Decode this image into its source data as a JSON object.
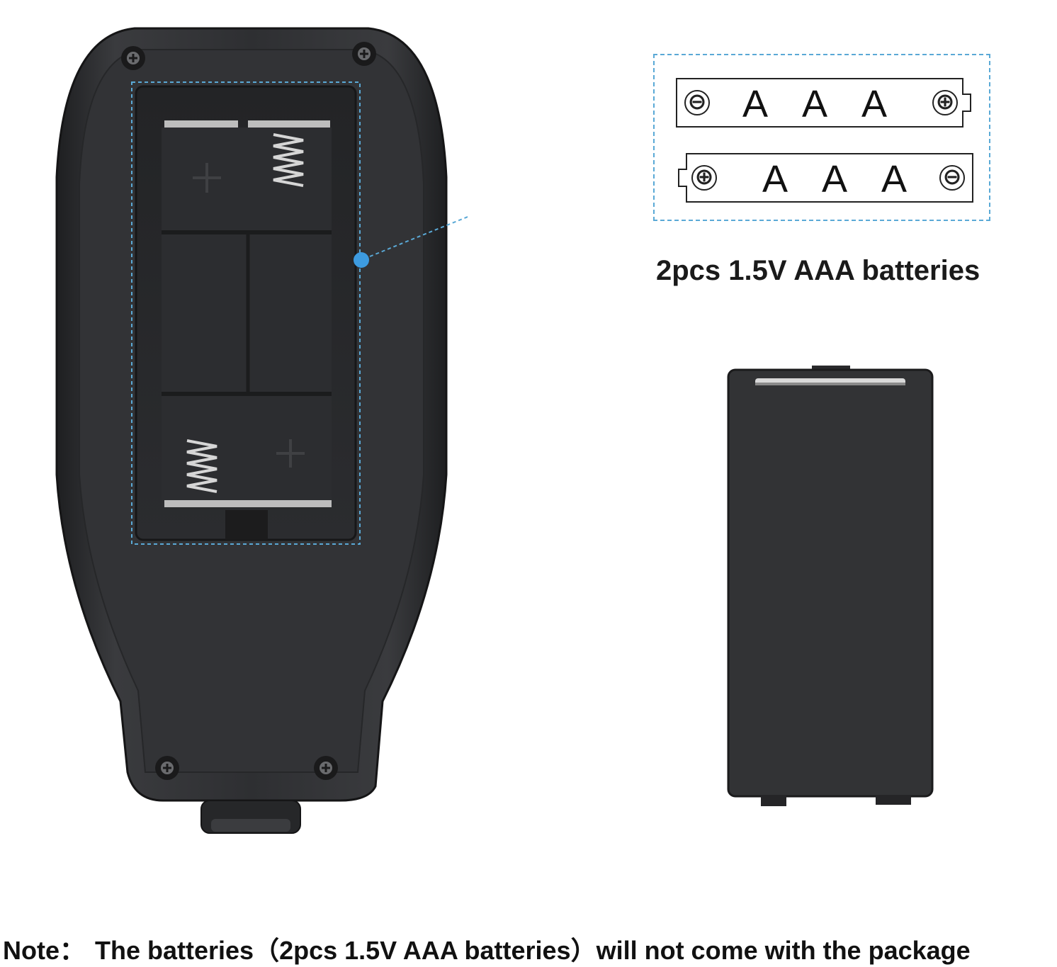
{
  "callout": {
    "battery_top": {
      "negative_symbol": "⊖",
      "positive_symbol": "⊕",
      "cells": [
        "A",
        "A",
        "A"
      ]
    },
    "battery_bottom": {
      "negative_symbol": "⊖",
      "positive_symbol": "⊕",
      "cells": [
        "A",
        "A",
        "A"
      ]
    }
  },
  "caption": "2pcs 1.5V AAA batteries",
  "note": {
    "label": "Note：",
    "text": "The batteries（2pcs 1.5V AAA batteries）will not come with the package"
  },
  "colors": {
    "accent_dashed": "#5aa9d6",
    "device_body": "#2b2c2e",
    "cover": "#333436"
  },
  "icons": [
    "screw-icon",
    "spring-icon",
    "plus-mark-icon"
  ]
}
